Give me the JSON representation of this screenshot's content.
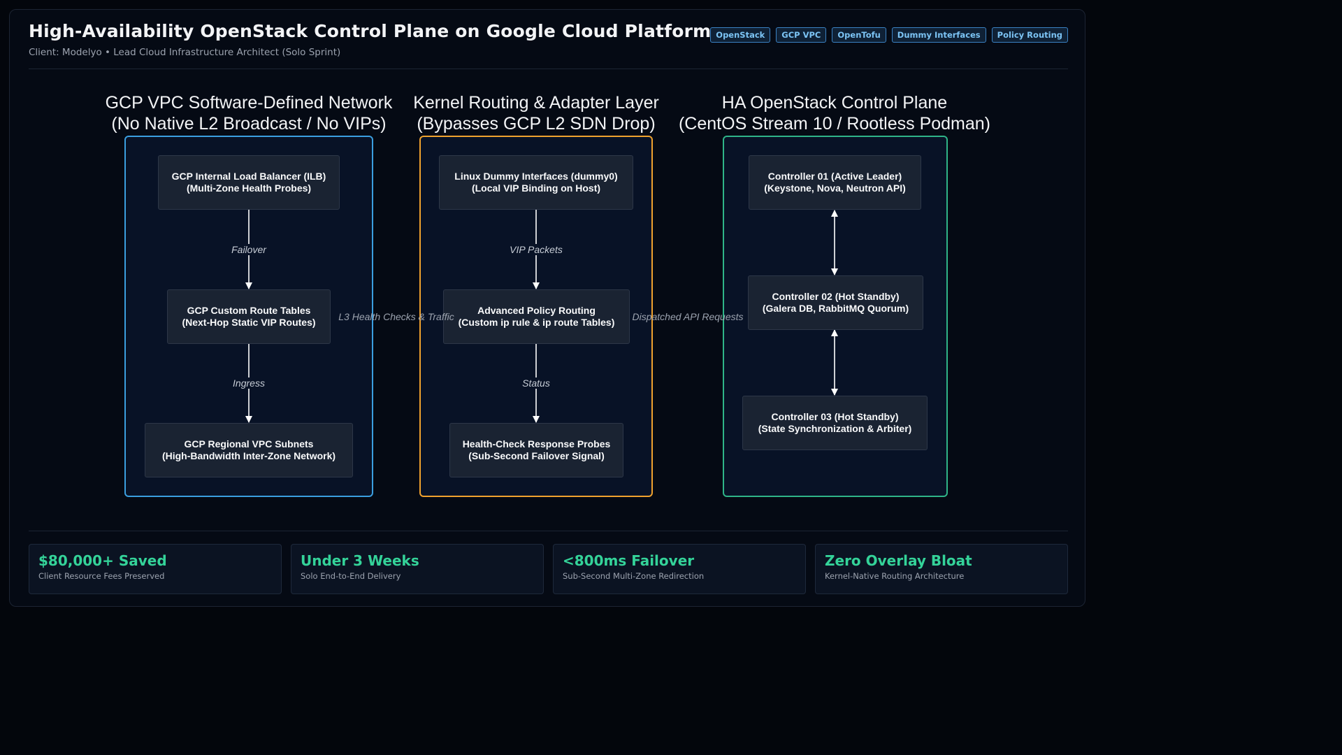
{
  "header": {
    "title": "High-Availability OpenStack Control Plane on Google Cloud Platform",
    "subtitle": "Client: Modelyo • Lead Cloud Infrastructure Architect (Solo Sprint)",
    "tags": [
      "OpenStack",
      "GCP VPC",
      "OpenTofu",
      "Dummy Interfaces",
      "Policy Routing"
    ]
  },
  "colors": {
    "network_border": "#3b9fe0",
    "routing_border": "#f0a22e",
    "control_border": "#2fb488",
    "metric_value": "#34d399",
    "tag_text": "#7cc4f5"
  },
  "columns": {
    "network": {
      "title_line1": "GCP VPC Software-Defined Network",
      "title_line2": "(No Native L2 Broadcast / No VIPs)",
      "nodes": [
        {
          "line1": "GCP Internal Load Balancer (ILB)",
          "line2": "(Multi-Zone Health Probes)"
        },
        {
          "line1": "GCP Custom Route Tables",
          "line2": "(Next-Hop Static VIP Routes)"
        },
        {
          "line1": "GCP Regional VPC Subnets",
          "line2": "(High-Bandwidth Inter-Zone Network)"
        }
      ],
      "edges": [
        "Failover",
        "Ingress"
      ]
    },
    "routing": {
      "title_line1": "Kernel Routing & Adapter Layer",
      "title_line2": "(Bypasses GCP L2 SDN Drop)",
      "nodes": [
        {
          "line1": "Linux Dummy Interfaces (dummy0)",
          "line2": "(Local VIP Binding on Host)"
        },
        {
          "line1": "Advanced Policy Routing",
          "line2": "(Custom ip rule & ip route Tables)"
        },
        {
          "line1": "Health-Check Response Probes",
          "line2": "(Sub-Second Failover Signal)"
        }
      ],
      "edges": [
        "VIP Packets",
        "Status"
      ]
    },
    "control": {
      "title_line1": "HA OpenStack Control Plane",
      "title_line2": "(CentOS Stream 10 / Rootless Podman)",
      "nodes": [
        {
          "line1": "Controller 01 (Active Leader)",
          "line2": "(Keystone, Nova, Neutron API)"
        },
        {
          "line1": "Controller 02 (Hot Standby)",
          "line2": "(Galera DB, RabbitMQ Quorum)"
        },
        {
          "line1": "Controller 03 (Hot Standby)",
          "line2": "(State Synchronization & Arbiter)"
        }
      ]
    }
  },
  "cross_edges": [
    "L3 Health Checks & Traffic",
    "Dispatched API Requests"
  ],
  "metrics": [
    {
      "value": "$80,000+ Saved",
      "label": "Client Resource Fees Preserved"
    },
    {
      "value": "Under 3 Weeks",
      "label": "Solo End-to-End Delivery"
    },
    {
      "value": "<800ms Failover",
      "label": "Sub-Second Multi-Zone Redirection"
    },
    {
      "value": "Zero Overlay Bloat",
      "label": "Kernel-Native Routing Architecture"
    }
  ]
}
